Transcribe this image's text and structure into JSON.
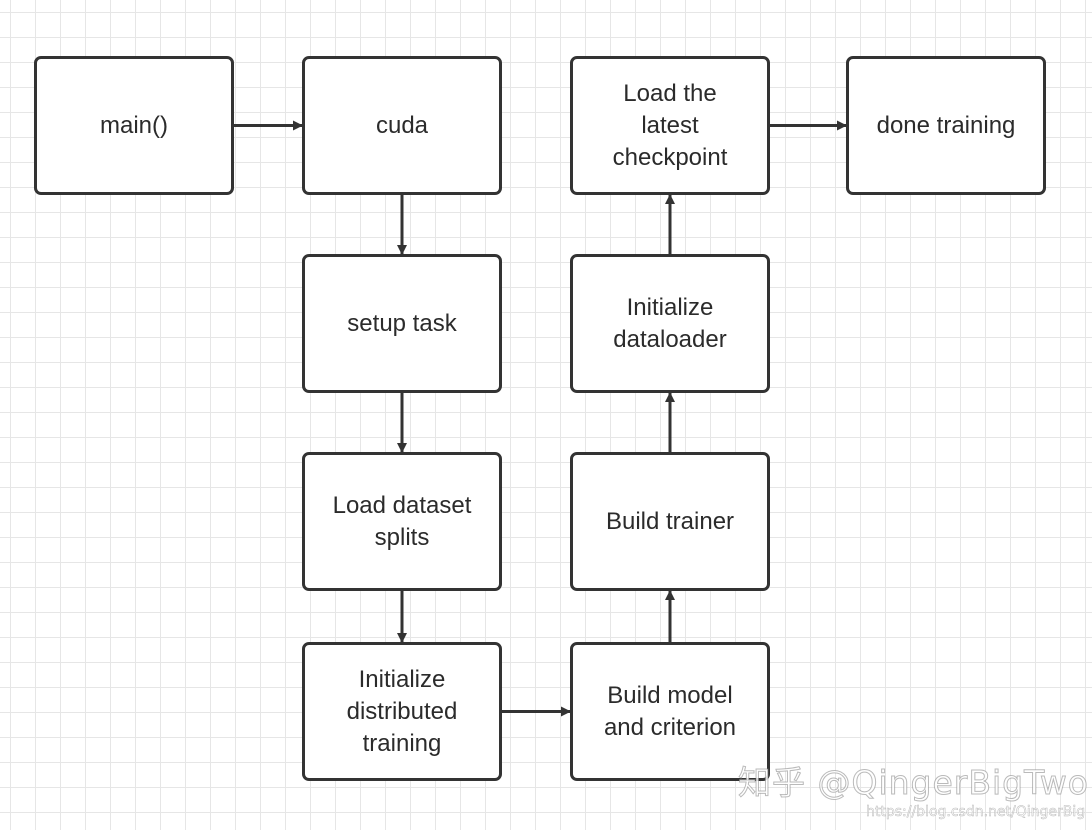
{
  "diagram": {
    "nodes": {
      "main": "main()",
      "cuda": "cuda",
      "setup_task": "setup task",
      "load_dataset": [
        "Load dataset",
        "splits"
      ],
      "init_distributed": [
        "Initialize",
        "distributed",
        "training"
      ],
      "build_model": [
        "Build model",
        "and criterion"
      ],
      "build_trainer": "Build trainer",
      "init_dataloader": [
        "Initialize",
        "dataloader"
      ],
      "load_checkpoint": [
        "Load the",
        "latest",
        "checkpoint"
      ],
      "done_training": "done training"
    },
    "edges": [
      {
        "from": "main",
        "to": "cuda"
      },
      {
        "from": "cuda",
        "to": "setup_task"
      },
      {
        "from": "setup_task",
        "to": "load_dataset"
      },
      {
        "from": "load_dataset",
        "to": "init_distributed"
      },
      {
        "from": "init_distributed",
        "to": "build_model"
      },
      {
        "from": "build_model",
        "to": "build_trainer"
      },
      {
        "from": "build_trainer",
        "to": "init_dataloader"
      },
      {
        "from": "init_dataloader",
        "to": "load_checkpoint"
      },
      {
        "from": "load_checkpoint",
        "to": "done_training"
      }
    ]
  },
  "colors": {
    "stroke": "#333333",
    "grid": "#e6e6e6",
    "background": "#ffffff"
  },
  "watermark": {
    "text": "知乎 @QingerBigTwo",
    "url": "https://blog.csdn.net/QingerBig"
  }
}
